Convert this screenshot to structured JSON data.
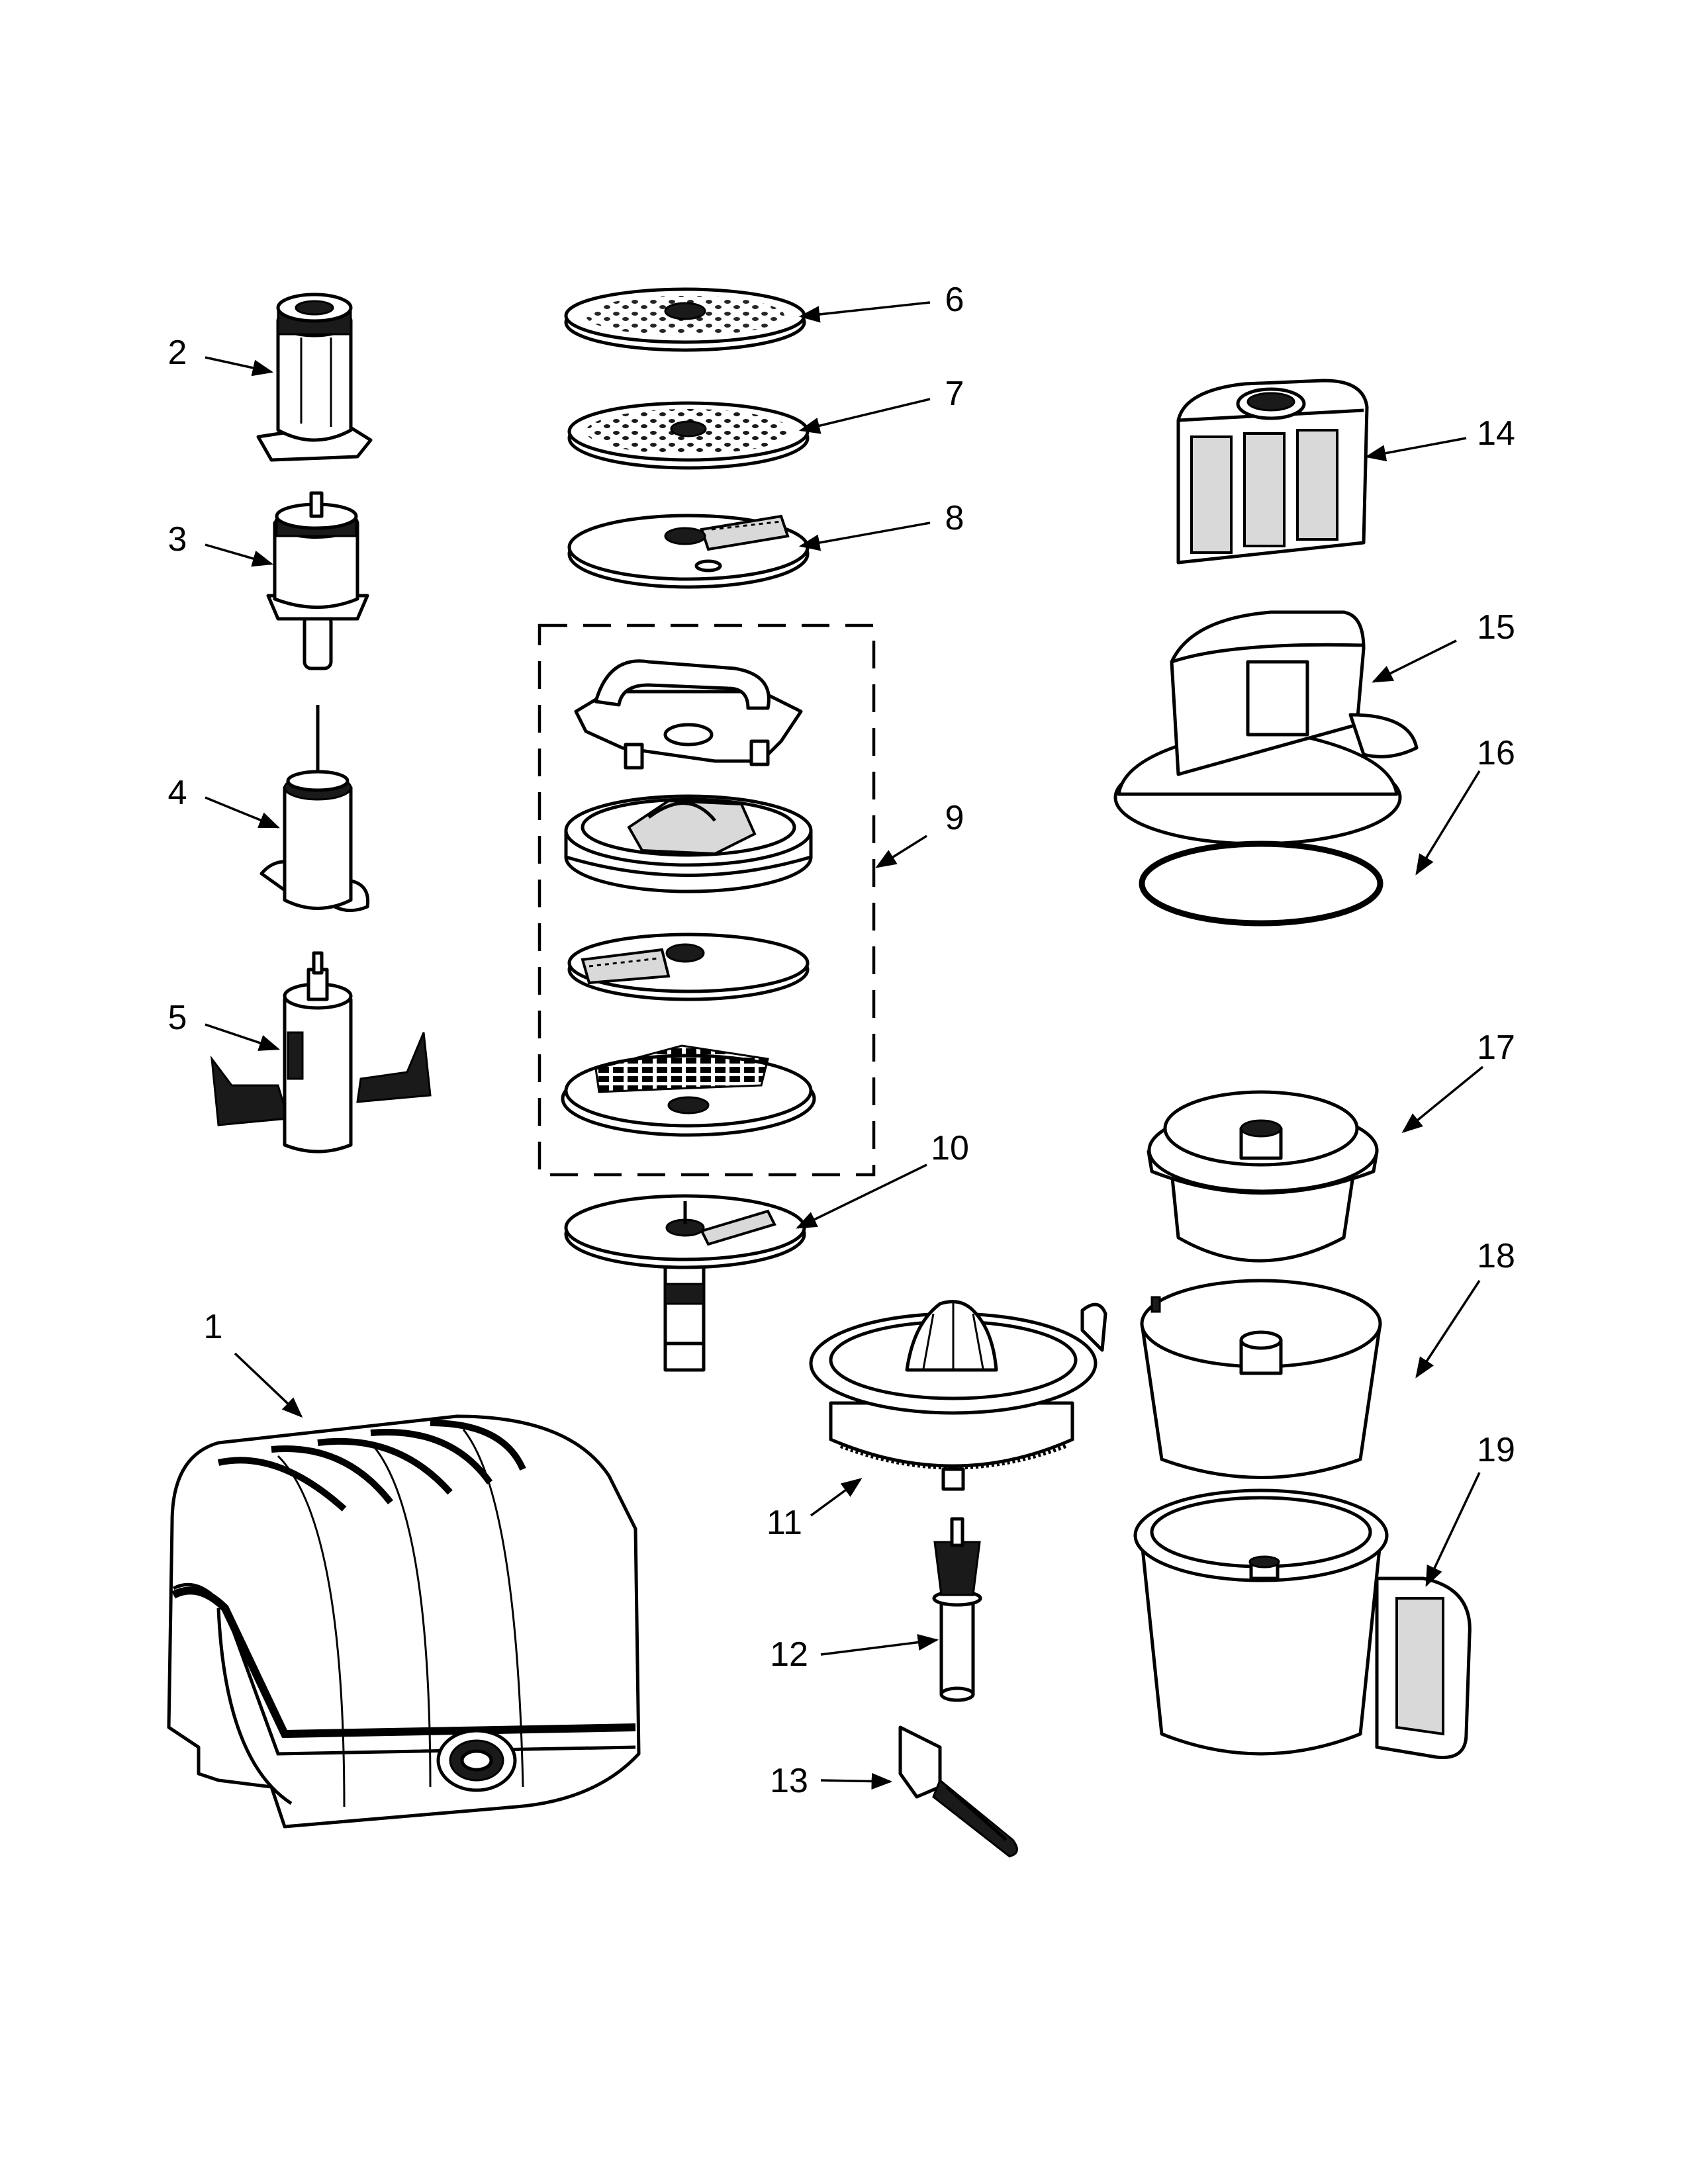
{
  "diagram": {
    "type": "exploded-parts-view",
    "callouts": [
      "1",
      "2",
      "3",
      "4",
      "5",
      "6",
      "7",
      "8",
      "9",
      "10",
      "11",
      "12",
      "13",
      "14",
      "15",
      "16",
      "17",
      "18",
      "19"
    ]
  }
}
